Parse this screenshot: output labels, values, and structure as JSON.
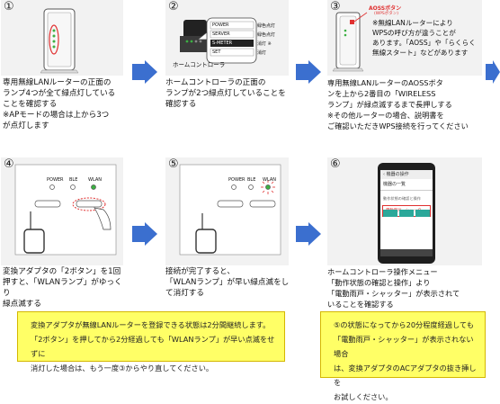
{
  "steps": [
    {
      "num": "①",
      "text": "専用無線LANルーターの正面の\nランプ4つが全て緑点灯している\nことを確認する\n※APモードの場合は上から3つ\nが点灯します"
    },
    {
      "num": "②",
      "text": "ホームコントローラの正面の\nランプが2つ緑点灯していることを\n確認する",
      "device_label": "ホームコントローラ",
      "legend": [
        {
          "lamp": "POWER",
          "state": "緑色点灯"
        },
        {
          "lamp": "SERVER",
          "state": "緑色点灯"
        },
        {
          "lamp": "S-METER",
          "state": "消灯 ※"
        },
        {
          "lamp": "SET",
          "state": "消灯"
        }
      ]
    },
    {
      "num": "③",
      "text": "専用無線LANルーターのAOSSボタ\nンを上から2番目の「WIRELESS\nランプ」が緑点滅するまで長押しする\n※その他ルーターの場合、説明書を\nご確認いただきWPS接続を行ってください",
      "aoss_title": "AOSSボタン",
      "aoss_sub": "(WPSボタン)",
      "aoss_note": "※無線LANルーターにより\nWPSの呼び方が違うことが\nあります。「AOSS」や「らくらく\n無線スタート」などがあります"
    },
    {
      "num": "④",
      "text": "変換アダプタの「2ボタン」を1回\n押すと、「WLANランプ」がゆっくり\n緑点滅する",
      "lamps": [
        "POWER",
        "BLE",
        "WLAN"
      ]
    },
    {
      "num": "⑤",
      "text": "接続が完了すると、\n「WLANランプ」が早い緑点滅をし\nて消灯する",
      "lamps": [
        "POWER",
        "BLE",
        "WLAN"
      ]
    },
    {
      "num": "⑥",
      "text": "ホームコントローラ操作メニュー\n「動作状態の確認と操作」より\n「電動雨戸・シャッター」が表示されて\nいることを確認する",
      "phone_title": "機器の操作",
      "phone_heading": "機器の一覧",
      "phone_menu": "動作状態の確認と操作",
      "phone_item": "電動雨戸・シャッター"
    }
  ],
  "notes": [
    "変換アダプタが無線LANルーターを登録できる状態は2分間継続します。\n「2ボタン」を押してから2分経過しても「WLANランプ」が早い点滅をせずに\n消灯した場合は、もう一度③からやり直してください。",
    "⑤の状態になってから20分程度経過しても\n「電動雨戸・シャッター」が表示されない場合\nは、変換アダプタのACアダプタの抜き挿しを\nお試しください。"
  ],
  "colors": {
    "arrow": "#3b6fcf",
    "note_bg": "#ffff66",
    "lamp_green": "#3cb043",
    "highlight": "#e03030"
  }
}
